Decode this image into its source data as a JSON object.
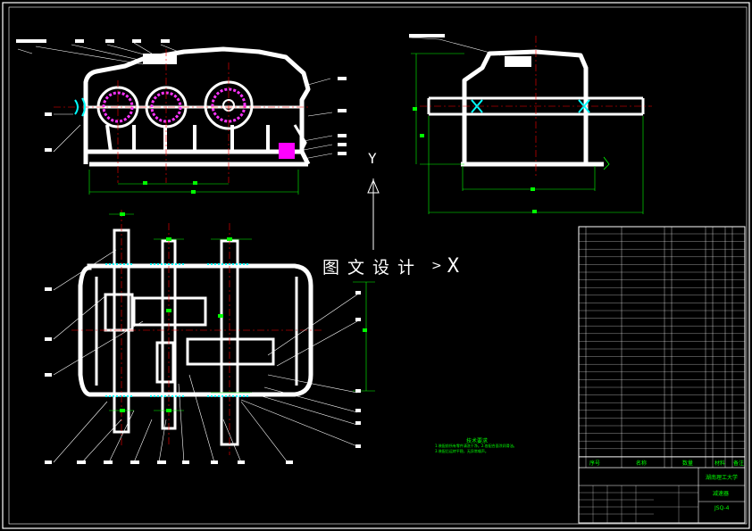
{
  "watermark": {
    "text": "图文设计",
    "arrow": ">",
    "x_mark": "X"
  },
  "axis": {
    "y_label": "Y"
  },
  "tech_note": {
    "title": "技术要求",
    "lines": [
      "1.装配前所有零件清洗干净。2.各配合面涂润滑油。",
      "3.装配后运转平稳，无异常噪声。"
    ]
  },
  "title_block": {
    "school": "湖南理工大学",
    "drawing_name": "减速器",
    "drawing_no": "JSQ-4",
    "headers": [
      "序号",
      "名称",
      "数量",
      "材料",
      "备注"
    ]
  },
  "colors": {
    "background": "#000000",
    "outline": "#ffffff",
    "dimension": "#00ff00",
    "centerline": "#ff0000",
    "gear_tooth": "#ff33ff",
    "frame": "#ffffff"
  }
}
